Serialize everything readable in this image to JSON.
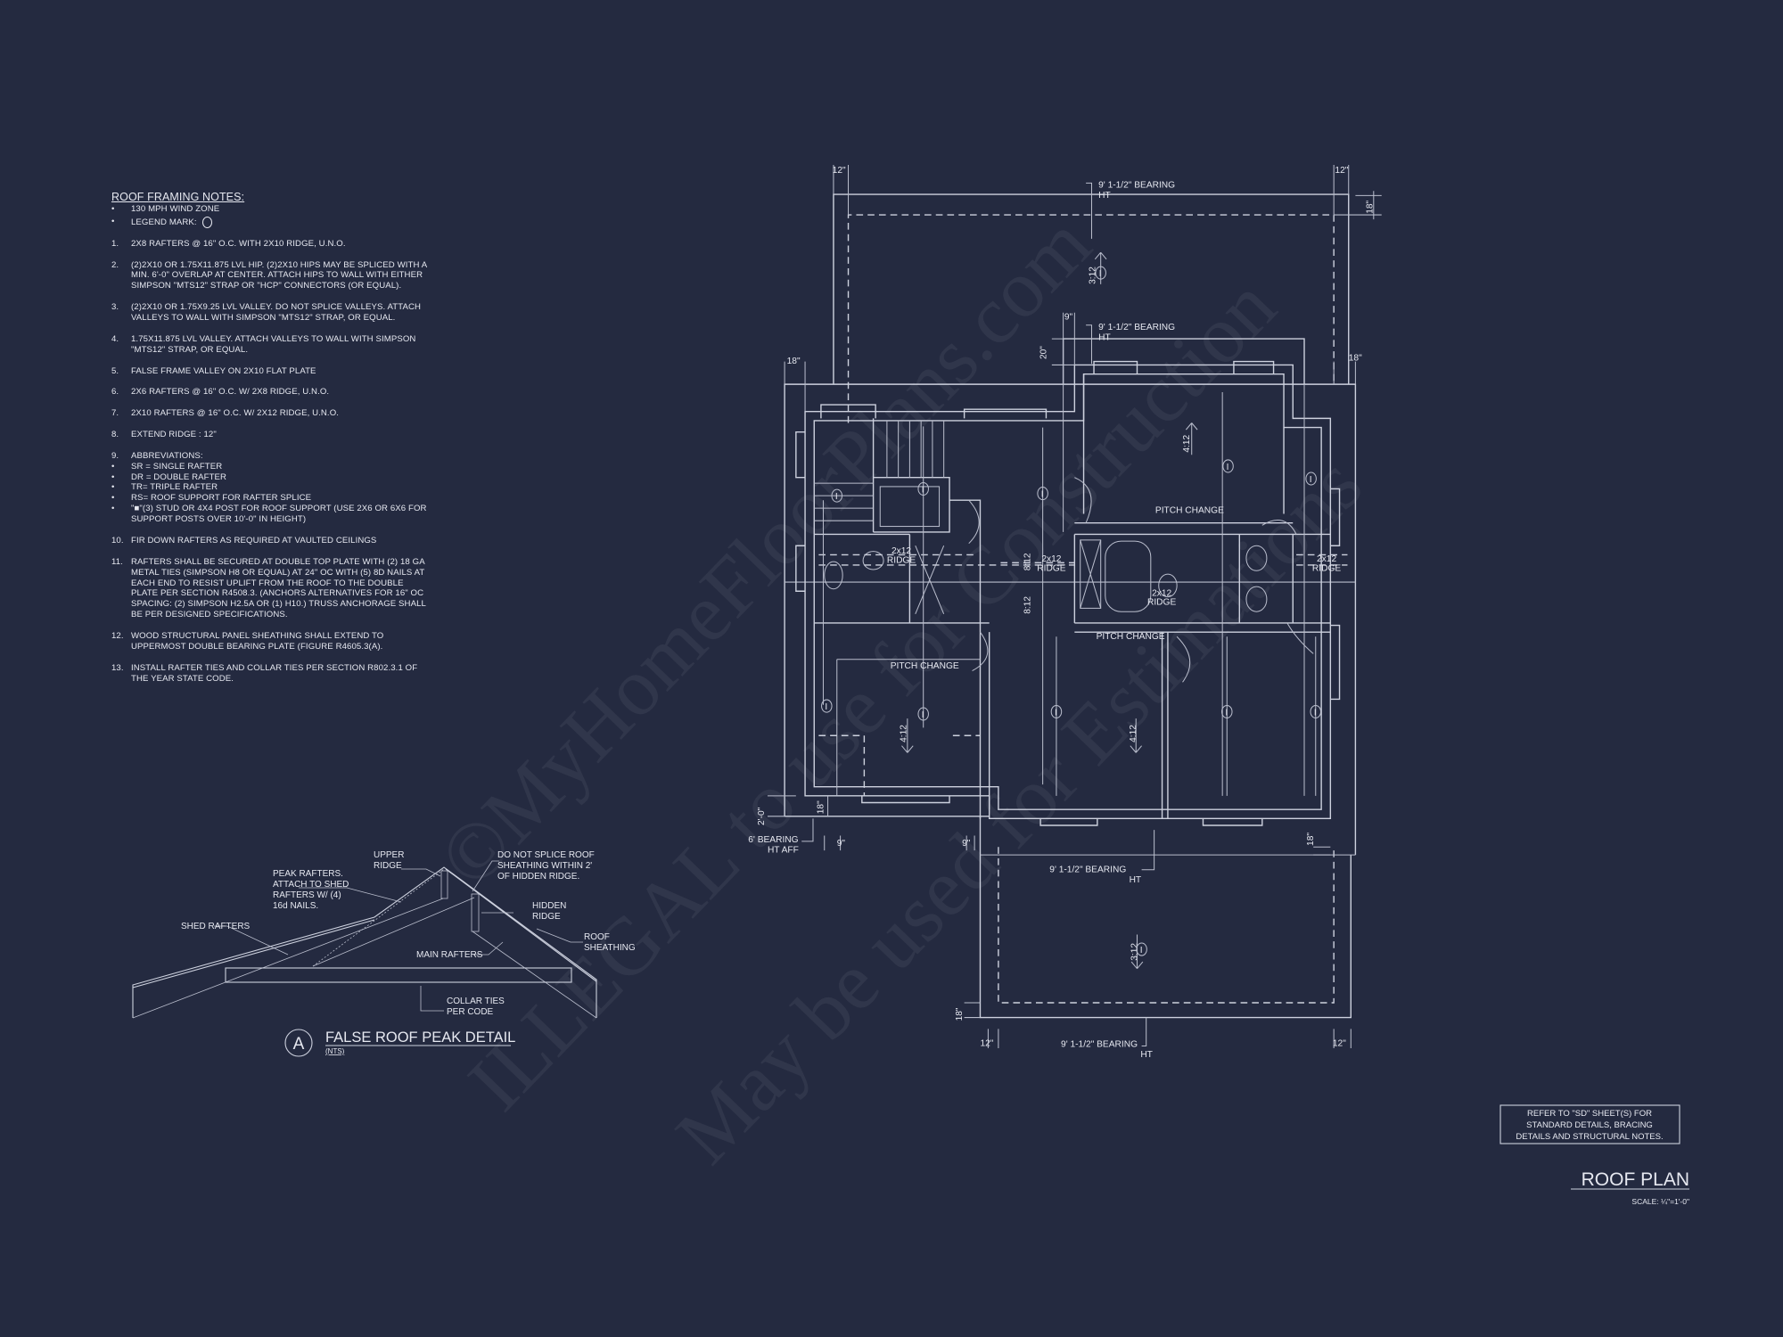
{
  "notes": {
    "title": "ROOF FRAMING NOTES:",
    "bullets": [
      "130 MPH WIND ZONE",
      "LEGEND MARK:"
    ],
    "bullet_symbol": "•",
    "items": [
      {
        "num": "1.",
        "text": "2x8 RAFTERS @ 16\" O.C. WITH 2X10 RIDGE, U.N.O."
      },
      {
        "num": "2.",
        "text": "(2)2x10 OR 1.75x11.875 LVL HIP.  (2)2x10 HIPS MAY BE SPLICED WITH A MIN. 6'-0\" OVERLAP AT CENTER. ATTACH HIPS TO WALL WITH EITHER SIMPSON \"MTS12\" STRAP OR \"HCP\" CONNECTORS (OR EQUAL)."
      },
      {
        "num": "3.",
        "text": "(2)2x10 OR 1.75x9.25 LVL VALLEY.  DO NOT SPLICE VALLEYS. ATTACH VALLEYS TO WALL WITH  SIMPSON \"MTS12\" STRAP, OR EQUAL."
      },
      {
        "num": "4.",
        "text": "1.75x11.875 LVL VALLEY.  ATTACH VALLEYS TO WALL WITH SIMPSON \"MTS12\" STRAP, OR EQUAL."
      },
      {
        "num": "5.",
        "text": "FALSE FRAME VALLEY ON 2x10 FLAT PLATE"
      },
      {
        "num": "6.",
        "text": "2x6 RAFTERS @ 16\" O.C. W/ 2x8 RIDGE, U.N.O."
      },
      {
        "num": "7.",
        "text": "2x10 RAFTERS @ 16\" O.C. W/ 2x12 RIDGE, U.N.O."
      },
      {
        "num": "8.",
        "text": "EXTEND RIDGE : 12\""
      },
      {
        "num": "9.",
        "text": "ABBREVIATIONS:"
      }
    ],
    "abbreviations": [
      "SR = SINGLE RAFTER",
      "DR = DOUBLE RAFTER",
      "TR= TRIPLE RAFTER",
      "RS= ROOF SUPPORT FOR RAFTER SPLICE",
      "\"■\"(3) STUD OR 4x4 POST FOR ROOF SUPPORT (USE 2X6 OR 6X6 FOR SUPPORT POSTS OVER 10'-0\" IN HEIGHT)"
    ],
    "items_after": [
      {
        "num": "10.",
        "text": "FIR DOWN RAFTERS AS REQUIRED AT VAULTED CEILINGS"
      },
      {
        "num": "11.",
        "text": "RAFTERS SHALL BE SECURED AT DOUBLE TOP PLATE WITH (2) 18 GA METAL TIES (SIMPSON H8 OR EQUAL) AT 24\" OC WITH (5) 8d NAILS AT EACH END TO RESIST UPLIFT FROM THE ROOF TO THE DOUBLE PLATE PER SECTION R4508.3. (ANCHORS ALTERNATIVES FOR 16\" OC SPACING: (2) SIMPSON H2.5A OR (1) H10.) TRUSS ANCHORAGE SHALL BE PER DESIGNED SPECIFICATIONS."
      },
      {
        "num": "12.",
        "text": "WOOD STRUCTURAL PANEL SHEATHING SHALL EXTEND TO UPPERMOST DOUBLE BEARING PLATE (FIGURE R4605.3(A)."
      },
      {
        "num": "13.",
        "text": "INSTALL RAFTER TIES AND COLLAR TIES PER SECTION R802.3.1 OF THE YEAR STATE CODE."
      }
    ]
  },
  "detail": {
    "marker": "A",
    "title": "FALSE ROOF PEAK DETAIL",
    "subtitle": "(NTS)",
    "upper_ridge": [
      "UPPER",
      "RIDGE"
    ],
    "peak_rafters": [
      "PEAK RAFTERS.",
      "ATTACH TO SHED",
      "RAFTERS W/ (4)",
      "16d NAILS."
    ],
    "shed_rafters": "SHED RAFTERS",
    "do_not_splice": [
      "DO NOT SPLICE ROOF",
      "SHEATHING WITHIN 2'",
      "OF HIDDEN RIDGE."
    ],
    "hidden_ridge": [
      "HIDDEN",
      "RIDGE"
    ],
    "roof_sheathing": [
      "ROOF",
      "SHEATHING"
    ],
    "main_rafters": "MAIN RAFTERS",
    "collar_ties": [
      "COLLAR TIES",
      "PER CODE"
    ]
  },
  "plan": {
    "bearing_top": [
      "9' 1-1/2\" BEARING",
      "HT"
    ],
    "bearing_upper": [
      "9' 1-1/2\" BEARING",
      "HT"
    ],
    "bearing_front": [
      "9' 1-1/2\" BEARING",
      "HT"
    ],
    "bearing_bottom": [
      "9' 1-1/2\" BEARING",
      "HT"
    ],
    "bearing_left": [
      "6' BEARING",
      "HT AFF"
    ],
    "dims": {
      "d12": "12\"",
      "d18": "18\"",
      "d9": "9\"",
      "d20": "20\"",
      "d2_0": "2'-0\""
    },
    "pitches": {
      "p3": "3:12",
      "p4": "4:12",
      "p8": "8:12"
    },
    "legend_mark": "I",
    "ridge": [
      "2x12",
      "RIDGE"
    ],
    "pitch_change": "PITCH CHANGE"
  },
  "reference_note": [
    "REFER TO \"SD\"  SHEET(S) FOR",
    "STANDARD DETAILS, BRACING",
    "DETAILS AND STRUCTURAL NOTES."
  ],
  "sheet": {
    "title": "ROOF PLAN",
    "scale": "SCALE: ¼\"=1'-0\""
  },
  "watermark": [
    "©MyHomeFloorPlans.com",
    "ILLEGAL to use for Construction",
    "May be used for Estimations"
  ],
  "colors": {
    "background": "#242a40",
    "linework": "#cdd1de"
  }
}
